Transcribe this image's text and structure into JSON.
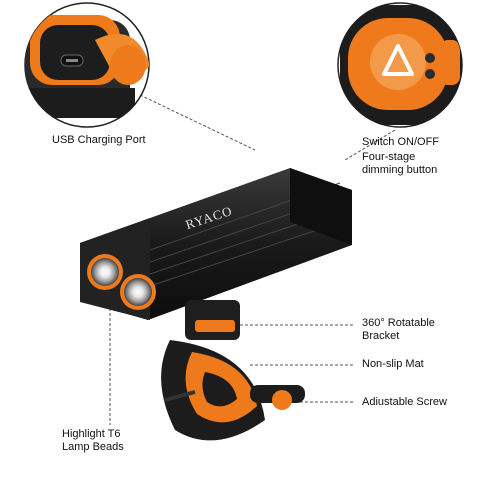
{
  "brand": {
    "logo_text": "RYACO"
  },
  "callouts": {
    "usb_port": "USB Charging Port",
    "switch": "Switch ON/OFF",
    "dimming": "Four-stage\ndimming button",
    "bracket": "360° Rotatable\nBracket",
    "mat": "Non-slip Mat",
    "screw": "Adiustable Screw",
    "beads": "Highlight T6\nLamp Beads"
  },
  "colors": {
    "accent": "#f07a1a",
    "body": "#1c1c1c",
    "background": "#ffffff"
  },
  "icons": {
    "usb": "usb-port-icon",
    "switch": "power-triangle-icon"
  }
}
